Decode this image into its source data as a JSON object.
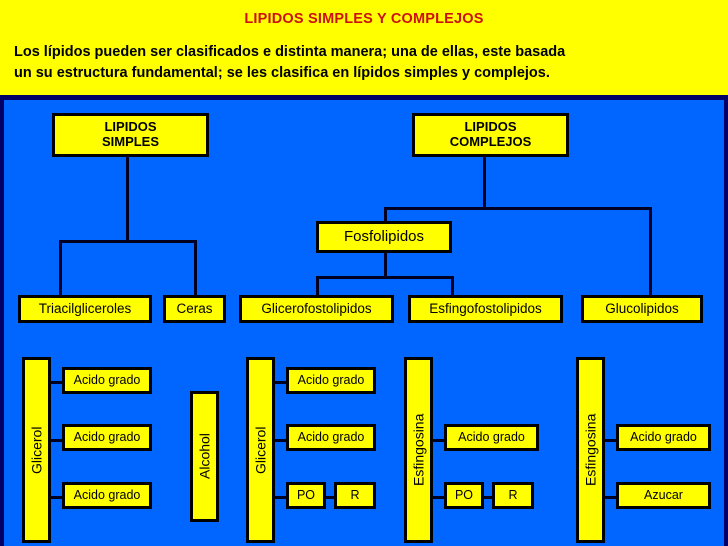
{
  "header": {
    "title": "LIPIDOS SIMPLES Y COMPLEJOS",
    "paragraph_line1": "Los lípidos pueden ser clasificados e distinta manera; una de ellas, este basada",
    "paragraph_line2": "un su estructura fundamental; se les clasifica en lípidos simples y complejos.",
    "title_color": "#CC1111",
    "background_color": "#FFFF00"
  },
  "canvas": {
    "background_color": "#0066FF",
    "border_color": "#000066",
    "box_fill": "#FFFF00",
    "box_border": "#000000"
  },
  "diagram": {
    "root_simple": "LIPIDOS\nSIMPLES",
    "root_simple_line1": "LIPIDOS",
    "root_simple_line2": "SIMPLES",
    "root_complex_line1": "LIPIDOS",
    "root_complex_line2": "COMPLEJOS",
    "fosfolipidos": "Fosfolipidos",
    "classes": [
      {
        "label": "Triacilgliceroles"
      },
      {
        "label": "Ceras"
      },
      {
        "label": "Glicerofostolipidos"
      },
      {
        "label": "Esfingofostolipidos"
      },
      {
        "label": "Glucolipidos"
      }
    ],
    "columns": [
      {
        "backbone": "Glicerol",
        "parts": [
          {
            "label": "Acido grado"
          },
          {
            "label": "Acido grado"
          },
          {
            "label": "Acido grado"
          }
        ]
      },
      {
        "backbone": "Alcohol",
        "parts": []
      },
      {
        "backbone": "Glicerol",
        "parts": [
          {
            "label": "Acido grado"
          },
          {
            "label": "Acido grado"
          },
          {
            "label": "PO"
          },
          {
            "label": "R"
          }
        ]
      },
      {
        "backbone": "Esfingosina",
        "parts": [
          {
            "label": "Acido grado"
          },
          {
            "label": "PO"
          },
          {
            "label": "R"
          }
        ]
      },
      {
        "backbone": "Esfingosina",
        "parts": [
          {
            "label": "Acido grado"
          },
          {
            "label": "Azucar"
          }
        ]
      }
    ]
  }
}
